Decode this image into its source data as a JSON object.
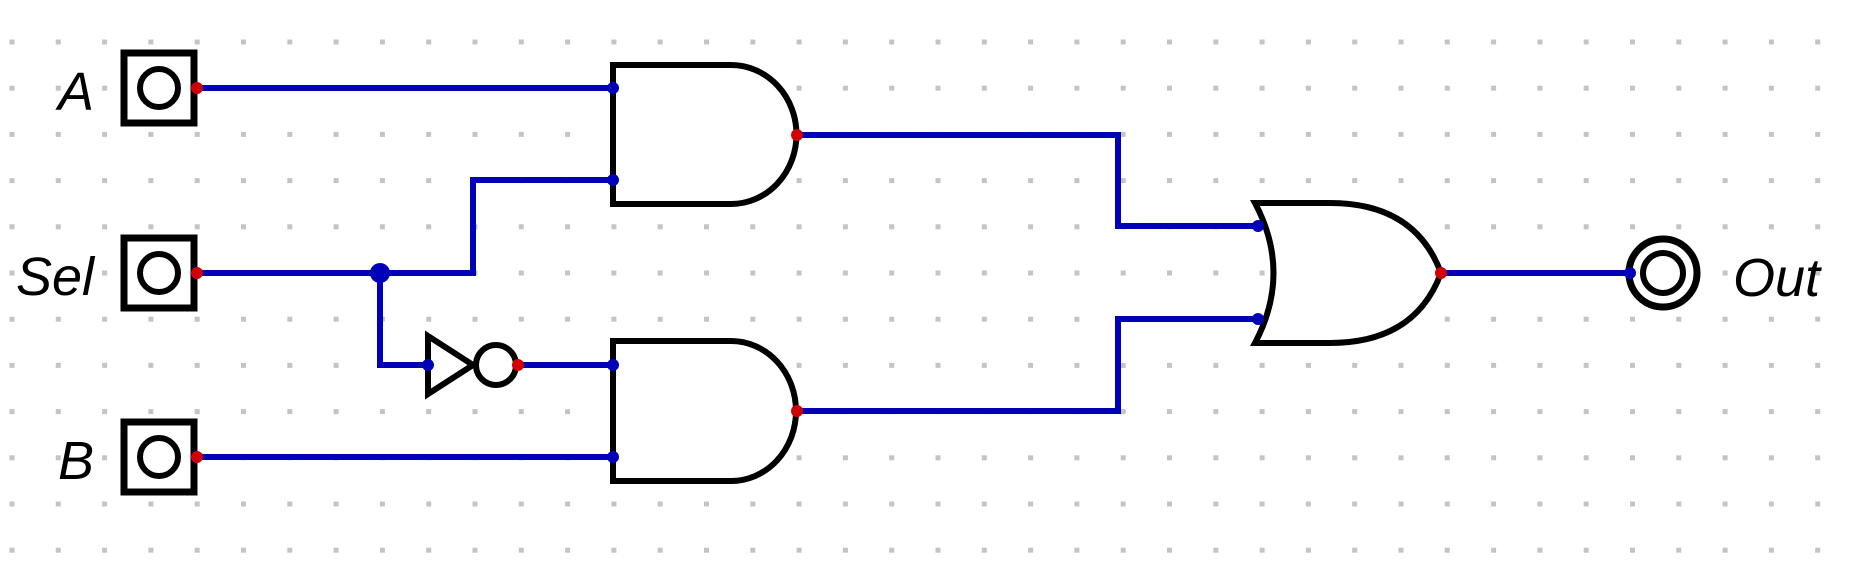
{
  "inputs": [
    {
      "label": "A"
    },
    {
      "label": "Sel"
    },
    {
      "label": "B"
    }
  ],
  "output": {
    "label": "Out"
  },
  "colors": {
    "wire": "#0000b8",
    "gate": "#000000",
    "pin_output": "#d00000",
    "pin_input": "#0000b8",
    "grid_dot": "#c4c4c4",
    "background": "#ffffff"
  },
  "components": [
    "input-pin",
    "input-pin",
    "input-pin",
    "and-gate",
    "and-gate",
    "not-gate",
    "or-gate",
    "output-pin"
  ]
}
